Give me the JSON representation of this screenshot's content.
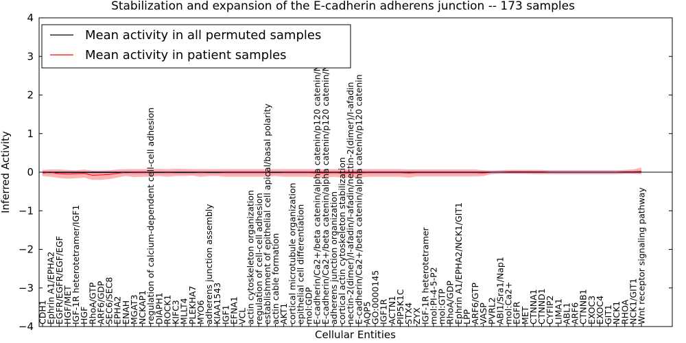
{
  "chart_data": {
    "type": "line",
    "title": "Stabilization and expansion of the E-cadherin adherens junction -- 173 samples",
    "xlabel": "Cellular Entities",
    "ylabel": "Inferred Activity",
    "ylim": [
      -4,
      4
    ],
    "yticks": [
      -4,
      -3,
      -2,
      -1,
      0,
      1,
      2,
      3,
      4
    ],
    "grid": false,
    "legend_position": "top-left",
    "categories": [
      "CDH1",
      "Ephrin A1/EPHA2",
      "EGFR/EGFR/EGF/EGF",
      "HGF/MET",
      "IGF-1R heterotetramer/IGF1",
      "HGF",
      "RhoA/GTP",
      "ARF6/GDP",
      "SEC6/SEC8",
      "EPHA2",
      "ENAH",
      "MGAT3",
      "NCKAP1",
      "regulation of calcium-dependent cell-cell adhesion",
      "DIAPH1",
      "ROCK1",
      "KIFC3",
      "MLLT4",
      "PLEKHA7",
      "MYO6",
      "adherens junction assembly",
      "KIAA1543",
      "IGF1",
      "EFNA1",
      "VCL",
      "actin cytoskeleton organization",
      "regulation of cell-cell adhesion",
      "establishment of epithelial cell apical/basal polarity",
      "actin cable formation",
      "AKT1",
      "cortical microtubule organization",
      "epithelial cell differentiation",
      "mol:GDP",
      "E-cadherin/Ca2+/beta catenin/alpha catenin/p120 catenin/N",
      "E-cadherin/Ca2+/beta catenin/alpha catenin/p120 catenin/N",
      "adherens junction organization",
      "cortical actin cytoskeleton stabilization",
      "nectin-2(dimer)/I-afadin/I-afadin/nectin-2(dimer)/I-afadin",
      "E-cadherin/Ca2+/beta catenin/alpha catenin/p120 catenin",
      "AQP5",
      "GO:0000145",
      "IGF1R",
      "ACTN1",
      "PIP5K1C",
      "STX4",
      "ZYX",
      "IGF-1R heterotetramer",
      "mol:PI-4-5-P2",
      "mol:GTP",
      "RhoA/GDP",
      "Ephrin A1/EPHA2/NCK1/GIT1",
      "LPP",
      "ARF6/GTP",
      "VASP",
      "PVRL2",
      "ABI1/Sra1/Nap1",
      "mol:Ca2+",
      "EGFR",
      "MET",
      "CTNNA1",
      "CTNND1",
      "CYFIP2",
      "LIMA1",
      "ABL1",
      "ARF6",
      "CTNNB1",
      "EXOC3",
      "EXOC4",
      "GIT1",
      "NCK1",
      "RHOA",
      "NCK1/GIT1",
      "Wnt receptor signaling pathway"
    ],
    "series": [
      {
        "name": "Mean activity in all permuted samples",
        "color": "#000000",
        "values": [
          -0.01,
          -0.01,
          -0.01,
          -0.01,
          -0.01,
          -0.01,
          -0.01,
          -0.01,
          -0.01,
          -0.01,
          -0.01,
          -0.01,
          -0.01,
          -0.01,
          -0.01,
          -0.01,
          -0.01,
          -0.01,
          -0.01,
          -0.01,
          -0.01,
          -0.01,
          -0.01,
          -0.01,
          -0.01,
          -0.01,
          -0.01,
          -0.01,
          -0.01,
          -0.01,
          -0.01,
          -0.01,
          -0.01,
          -0.01,
          -0.01,
          -0.01,
          -0.01,
          -0.01,
          -0.01,
          -0.01,
          -0.01,
          -0.01,
          -0.01,
          -0.01,
          -0.01,
          -0.01,
          -0.01,
          -0.01,
          -0.01,
          -0.01,
          -0.01,
          -0.01,
          -0.01,
          0.0,
          0.0,
          0.0,
          0.0,
          0.0,
          0.0,
          0.0,
          0.0,
          0.0,
          0.0,
          0.0,
          0.0,
          0.0,
          0.0,
          0.0,
          0.0,
          0.0,
          0.0,
          0.0,
          0.0
        ]
      },
      {
        "name": "Mean activity in patient samples",
        "color": "#ff0000",
        "values": [
          -0.02,
          0.0,
          -0.04,
          -0.05,
          -0.04,
          -0.03,
          -0.08,
          -0.07,
          -0.06,
          -0.03,
          0.0,
          -0.01,
          -0.01,
          -0.01,
          0.0,
          -0.01,
          0.0,
          0.0,
          0.0,
          -0.01,
          0.0,
          0.0,
          -0.01,
          -0.01,
          -0.01,
          -0.01,
          -0.01,
          -0.01,
          0.0,
          -0.01,
          -0.01,
          -0.01,
          -0.01,
          -0.02,
          -0.02,
          -0.01,
          -0.02,
          -0.02,
          -0.02,
          -0.01,
          -0.01,
          -0.01,
          -0.01,
          -0.01,
          -0.02,
          -0.01,
          -0.01,
          -0.01,
          -0.01,
          -0.01,
          -0.01,
          -0.01,
          -0.01,
          -0.02,
          0.0,
          0.0,
          0.01,
          0.01,
          0.01,
          0.01,
          0.01,
          0.0,
          0.0,
          0.0,
          0.0,
          0.0,
          0.0,
          0.0,
          0.0,
          0.0,
          0.01,
          0.01,
          0.02
        ]
      }
    ],
    "bands": [
      {
        "series": "Mean activity in all permuted samples",
        "color": "#b0b0ff",
        "lower": [
          -0.05,
          -0.05,
          -0.05,
          -0.05,
          -0.05,
          -0.05,
          -0.05,
          -0.05,
          -0.05,
          -0.05,
          -0.05,
          -0.05,
          -0.05,
          -0.05,
          -0.05,
          -0.05,
          -0.05,
          -0.05,
          -0.05,
          -0.05,
          -0.05,
          -0.05,
          -0.05,
          -0.05,
          -0.05,
          -0.05,
          -0.05,
          -0.05,
          -0.05,
          -0.05,
          -0.05,
          -0.05,
          -0.05,
          -0.05,
          -0.05,
          -0.05,
          -0.05,
          -0.05,
          -0.05,
          -0.05,
          -0.05,
          -0.05,
          -0.05,
          -0.05,
          -0.05,
          -0.05,
          -0.05,
          -0.05,
          -0.05,
          -0.05,
          -0.05,
          -0.05,
          -0.05,
          -0.04,
          -0.04,
          -0.04,
          -0.04,
          -0.04,
          -0.04,
          -0.04,
          -0.04,
          -0.04,
          -0.04,
          -0.04,
          -0.04,
          -0.04,
          -0.04,
          -0.04,
          -0.04,
          -0.04,
          -0.04,
          -0.04,
          -0.04
        ],
        "upper": [
          0.03,
          0.03,
          0.03,
          0.03,
          0.03,
          0.03,
          0.03,
          0.03,
          0.03,
          0.03,
          0.03,
          0.03,
          0.03,
          0.03,
          0.03,
          0.03,
          0.03,
          0.03,
          0.03,
          0.03,
          0.03,
          0.03,
          0.03,
          0.03,
          0.03,
          0.03,
          0.03,
          0.03,
          0.03,
          0.03,
          0.03,
          0.03,
          0.03,
          0.03,
          0.03,
          0.03,
          0.03,
          0.03,
          0.03,
          0.03,
          0.03,
          0.03,
          0.03,
          0.03,
          0.03,
          0.03,
          0.03,
          0.03,
          0.03,
          0.03,
          0.03,
          0.03,
          0.03,
          0.04,
          0.04,
          0.04,
          0.04,
          0.04,
          0.04,
          0.04,
          0.04,
          0.04,
          0.04,
          0.04,
          0.04,
          0.04,
          0.04,
          0.04,
          0.04,
          0.04,
          0.04,
          0.04,
          0.04
        ]
      },
      {
        "series": "Mean activity in patient samples",
        "color": "#ff0000",
        "opacity": 0.3,
        "lower": [
          -0.1,
          -0.12,
          -0.15,
          -0.17,
          -0.16,
          -0.14,
          -0.2,
          -0.2,
          -0.18,
          -0.14,
          -0.1,
          -0.13,
          -0.12,
          -0.12,
          -0.1,
          -0.12,
          -0.1,
          -0.1,
          -0.09,
          -0.12,
          -0.1,
          -0.1,
          -0.12,
          -0.12,
          -0.12,
          -0.12,
          -0.12,
          -0.12,
          -0.1,
          -0.12,
          -0.12,
          -0.12,
          -0.12,
          -0.14,
          -0.14,
          -0.12,
          -0.14,
          -0.14,
          -0.14,
          -0.12,
          -0.12,
          -0.12,
          -0.12,
          -0.12,
          -0.14,
          -0.11,
          -0.11,
          -0.11,
          -0.11,
          -0.11,
          -0.11,
          -0.11,
          -0.11,
          -0.1,
          -0.05,
          -0.04,
          -0.04,
          -0.04,
          -0.04,
          -0.05,
          -0.05,
          -0.05,
          -0.05,
          -0.05,
          -0.05,
          -0.05,
          -0.05,
          -0.05,
          -0.05,
          -0.05,
          -0.04,
          -0.04,
          -0.05
        ],
        "upper": [
          0.06,
          0.07,
          0.07,
          0.06,
          0.05,
          0.07,
          0.04,
          0.04,
          0.05,
          0.07,
          0.08,
          0.08,
          0.08,
          0.08,
          0.09,
          0.08,
          0.09,
          0.09,
          0.08,
          0.08,
          0.08,
          0.08,
          0.08,
          0.08,
          0.08,
          0.08,
          0.08,
          0.08,
          0.08,
          0.08,
          0.08,
          0.08,
          0.08,
          0.08,
          0.08,
          0.08,
          0.08,
          0.08,
          0.08,
          0.08,
          0.08,
          0.08,
          0.08,
          0.08,
          0.07,
          0.07,
          0.07,
          0.07,
          0.07,
          0.07,
          0.07,
          0.07,
          0.07,
          0.05,
          0.04,
          0.05,
          0.06,
          0.06,
          0.06,
          0.06,
          0.06,
          0.05,
          0.05,
          0.05,
          0.05,
          0.05,
          0.05,
          0.05,
          0.05,
          0.05,
          0.06,
          0.07,
          0.12
        ]
      }
    ]
  }
}
